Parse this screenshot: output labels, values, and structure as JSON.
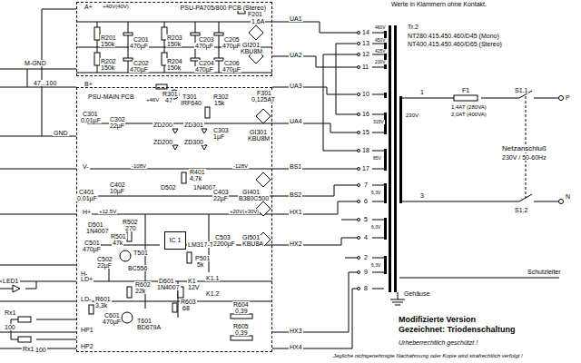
{
  "diagram": {
    "nodes": [
      {
        "text": [
          "PSU-PA705/800 PCB (Stereo)"
        ]
      },
      {
        "text": [
          "PSU-MAIN PCB"
        ]
      },
      {
        "text": [
          "IC 1"
        ],
        "in": 1
      }
    ],
    "labels": [
      "Werte in Klammern ohne Kontakt.",
      "A+",
      "+40V(40V)",
      "F201",
      "1,6A",
      "UA1",
      "R201",
      "150k",
      "C201",
      "470µF",
      "R203",
      "150k",
      "C203",
      "470µF",
      "C205",
      "470µF",
      "GI201",
      "KBU8M",
      "UA2",
      "R202",
      "150k",
      "C202",
      "470µF",
      "R204",
      "150k",
      "C204",
      "470µF",
      "C206",
      "470µF",
      "M-GND",
      "47...100",
      "B+",
      "+46V",
      "R301",
      "47",
      "T301",
      "IRF640",
      "R302",
      "15k",
      "F301",
      "0,125AT",
      "UA3",
      "C301",
      "0,01µF",
      "GND",
      "C302",
      "22µF",
      "ZD200",
      "ZD301",
      "ZD200",
      "ZD300",
      "C303",
      "1µF",
      "GI301",
      "KBU8M",
      "UA4",
      "V-",
      "-108V",
      "-128V",
      "BS1",
      "R401",
      "4,7k",
      "D502",
      "1N4007",
      "C401",
      "0,01µF",
      "C402",
      "10µF",
      "C403",
      "22µF",
      "GI401",
      "B380C500",
      "BS2",
      "H+",
      "+12.5V",
      "+20V(+30V)",
      "HX1",
      "D501",
      "1N4007",
      "R502",
      "270",
      "LM317-T",
      "R501",
      "47k",
      "C501",
      "470µF",
      "C503",
      "2200µF",
      "T501",
      "BC556",
      "P501",
      "5k",
      "C502",
      "22µF",
      "GI501",
      "KBU8A",
      "HX2",
      "H-",
      "LD+",
      "LD-",
      "LED1",
      "R602",
      "22k",
      "D601",
      "1N4007",
      "K1",
      "12V",
      "K1.1",
      "K1.2",
      "R601",
      "3,3k",
      "R603",
      "68",
      "C601",
      "470µF",
      "T601",
      "BD679A",
      "R604",
      "0,39",
      "R605",
      "0,39",
      "HX3",
      "HP1",
      "HP2",
      "HX4",
      "Rx1",
      "100",
      "Rx1",
      "100",
      "Tr.2",
      "NT280.415.450.460/D45 (Mono)",
      "NT400.415.450.460/D65 (Stereo)",
      "14",
      "13",
      "12",
      "11",
      "460V",
      "450V",
      "425V",
      "230V",
      "10",
      "16",
      "315V",
      "15",
      "18",
      "85V",
      "17",
      "7",
      "6,3V",
      "6",
      "5",
      "6,3V",
      "4",
      "2",
      "6,3V",
      "9",
      "8",
      "1",
      "230V",
      "3",
      "F1",
      "1,4AT (280VA)",
      "2,0AT (400VA)",
      "S1.1",
      "P",
      "S1.2",
      "N",
      "Netzanschluß",
      "230V / 50-60Hz",
      "Schutzleiter",
      "Gehäuse",
      "Modifizierte Version",
      "Gezeichnet: Triodenschaltung",
      "Urheberrechtlich geschützt !",
      "Jegliche nichtgenehmigte Nachahmung oder Kopie wird strafrechtlich verfolgt !"
    ]
  }
}
